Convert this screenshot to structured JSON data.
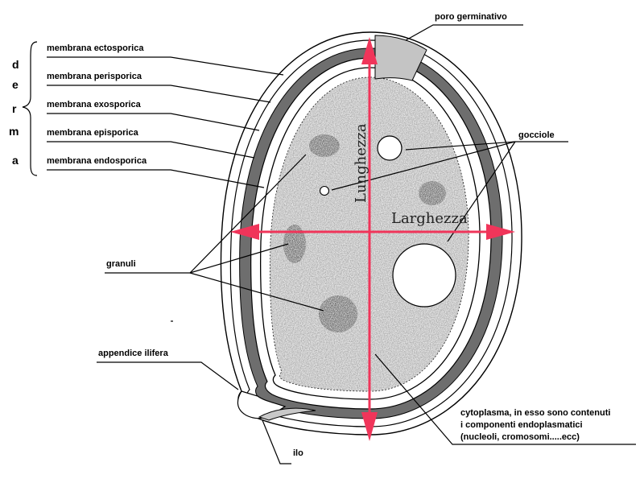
{
  "derma_letters": [
    "d",
    "e",
    "r",
    "m",
    "a"
  ],
  "labels": {
    "ectosporica": "membrana ectosporica",
    "perisporica": "membrana perisporica",
    "exosporica": "membrana exosporica",
    "episporica": "membrana episporica",
    "endosporica": "membrana endosporica",
    "poro": "poro germinativo",
    "gocciole": "gocciole",
    "granuli": "granuli",
    "appendice": "appendice ilifera",
    "ilo": "ilo",
    "cytoplasma": [
      "cytoplasma, in esso sono contenuti",
      "i componenti endoplasmatici",
      "(nucleoli, cromosomi.....ecc)"
    ]
  },
  "axes": {
    "length": "Lunghezza",
    "width": "Larghezza"
  },
  "colors": {
    "arrow": "#f0355a",
    "membrane_dark": "#6e6e6e",
    "pore": "#c4c4c4",
    "cytoplasm": "#e2e2e2",
    "granule": "#505050"
  }
}
